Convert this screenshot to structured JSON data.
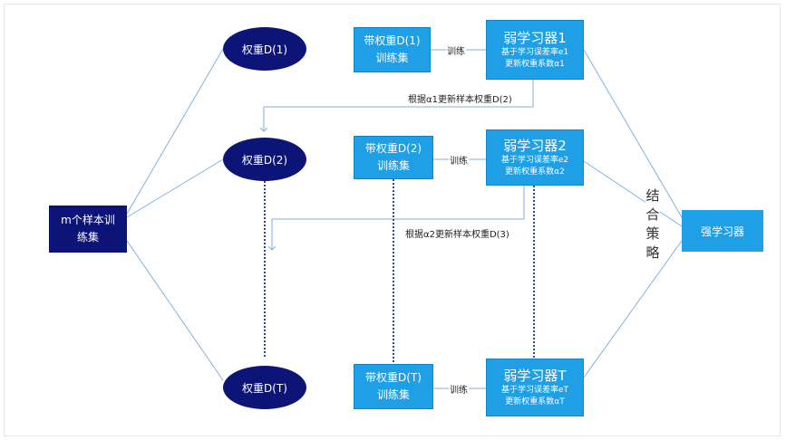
{
  "samples": {
    "line1": "m个样本训",
    "line2": "练集"
  },
  "weights": [
    {
      "label": "权重D(1)"
    },
    {
      "label": "权重D(2)"
    },
    {
      "label": "权重D(T)"
    }
  ],
  "training_sets": [
    {
      "line1": "带权重D(1)",
      "line2": "训练集"
    },
    {
      "line1": "带权重D(2)",
      "line2": "训练集"
    },
    {
      "line1": "带权重D(T)",
      "line2": "训练集"
    }
  ],
  "train_label": "训练",
  "weak_learners": [
    {
      "title": "弱学习器1",
      "error": "基于学习误差率e1",
      "coef": "更新权重系数α1"
    },
    {
      "title": "弱学习器2",
      "error": "基于学习误差率e2",
      "coef": "更新权重系数α2"
    },
    {
      "title": "弱学习器T",
      "error": "基于学习误差率eT",
      "coef": "更新权重系数αT"
    }
  ],
  "updates": [
    {
      "label": "根据α1更新样本权重D(2)"
    },
    {
      "label": "根据α2更新样本权重D(3)"
    }
  ],
  "combine": {
    "label": "结合策略"
  },
  "strong": {
    "label": "强学习器"
  },
  "colors": {
    "dark_navy": "#0c1577",
    "blue": "#1e9fe6",
    "line": "#7fb2e0"
  }
}
